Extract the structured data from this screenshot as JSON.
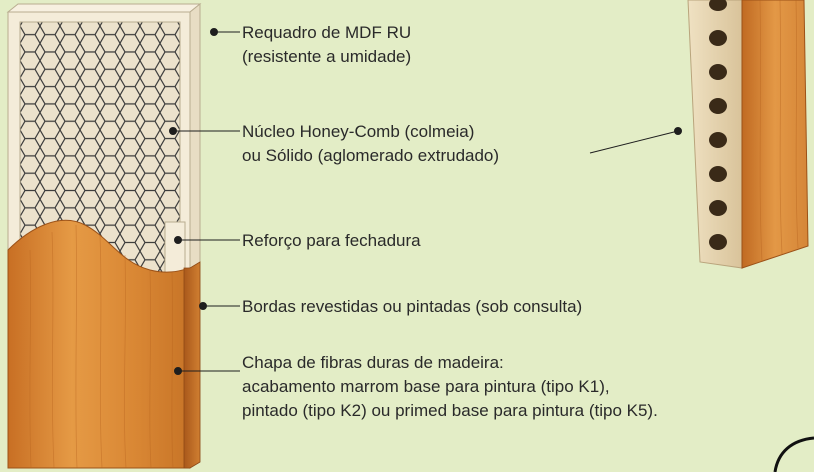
{
  "labels": {
    "frame": [
      "Requadro de MDF RU",
      "(resistente a umidade)"
    ],
    "core": [
      "Núcleo Honey-Comb (colmeia)",
      "ou Sólido (aglomerado extrudado)"
    ],
    "lock_reinforcement": "Reforço para fechadura",
    "edges": "Bordas revestidas ou pintadas (sob consulta)",
    "hardboard": [
      "Chapa de fibras duras de madeira:",
      "acabamento marrom base para pintura (tipo K1),",
      "pintado (tipo K2) ou primed base para pintura (tipo K5)."
    ]
  },
  "colors": {
    "background": "#e3edc6",
    "wood_light": "#e59a45",
    "wood_dark": "#b4621f",
    "frame": "#f4ecd9",
    "honeycomb": "#ece2cc",
    "text": "#2a2a2a"
  }
}
